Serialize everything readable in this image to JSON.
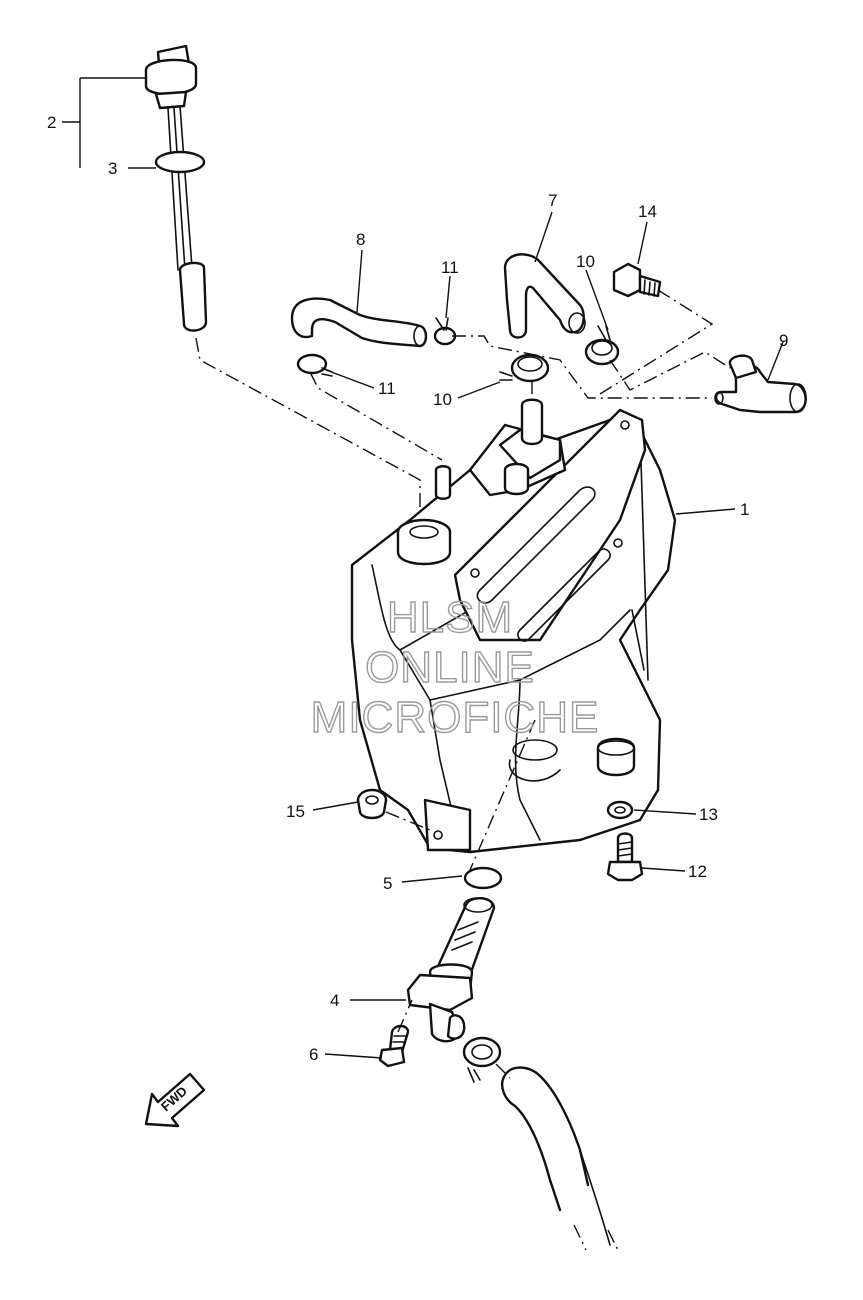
{
  "callouts": [
    {
      "id": "1",
      "text": "1"
    },
    {
      "id": "2",
      "text": "2"
    },
    {
      "id": "3",
      "text": "3"
    },
    {
      "id": "4",
      "text": "4"
    },
    {
      "id": "5",
      "text": "5"
    },
    {
      "id": "6",
      "text": "6"
    },
    {
      "id": "7",
      "text": "7"
    },
    {
      "id": "8",
      "text": "8"
    },
    {
      "id": "9",
      "text": "9"
    },
    {
      "id": "10a",
      "text": "10"
    },
    {
      "id": "10b",
      "text": "10"
    },
    {
      "id": "11a",
      "text": "11"
    },
    {
      "id": "11b",
      "text": "11"
    },
    {
      "id": "12",
      "text": "12"
    },
    {
      "id": "13",
      "text": "13"
    },
    {
      "id": "14",
      "text": "14"
    },
    {
      "id": "15",
      "text": "15"
    }
  ],
  "watermark": {
    "line1": "HLSM",
    "line2": "ONLINE",
    "line3": "MICROFICHE"
  },
  "direction_arrow": {
    "text": "FWD",
    "icon": "fwd-arrow-icon"
  }
}
